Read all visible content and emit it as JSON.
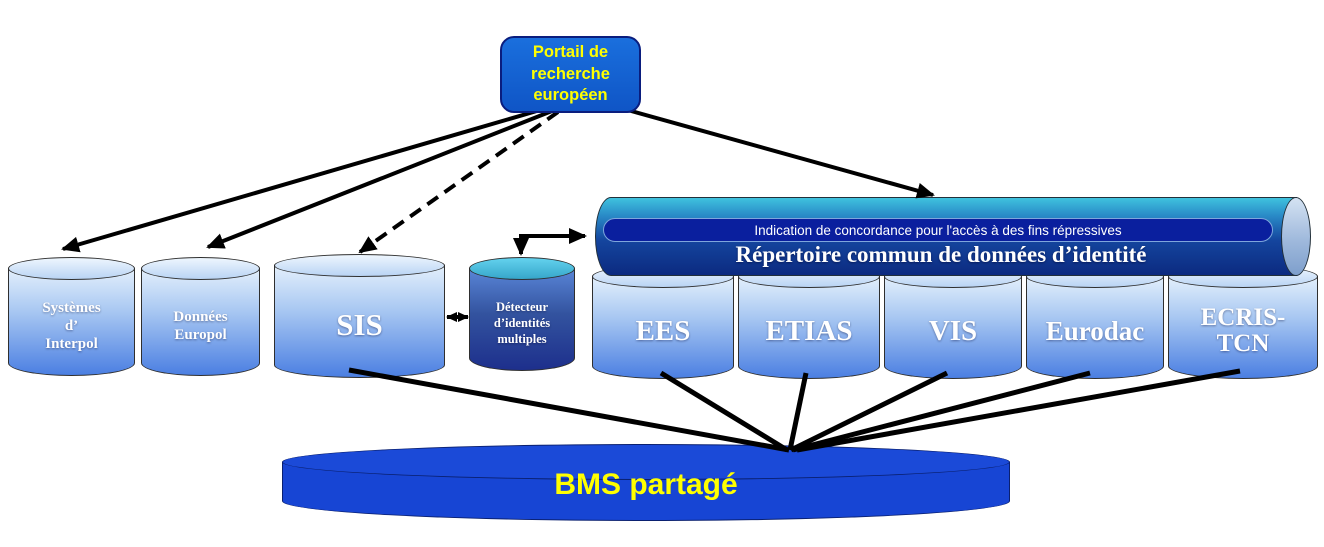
{
  "portal": {
    "label": "Portail de recherche européen"
  },
  "cir": {
    "banner": "Indication de concordance pour l'accès à des fins répressives",
    "title": "Répertoire commun de données d’identité"
  },
  "databases": [
    {
      "name": "interpol",
      "lines": [
        "Systèmes",
        "d’",
        "Interpol"
      ]
    },
    {
      "name": "europol",
      "lines": [
        "Données",
        "Europol"
      ]
    },
    {
      "name": "sis",
      "lines": [
        "SIS"
      ]
    },
    {
      "name": "mid",
      "lines": [
        "Détecteur",
        "d’identités",
        "multiples"
      ]
    },
    {
      "name": "ees",
      "lines": [
        "EES"
      ]
    },
    {
      "name": "etias",
      "lines": [
        "ETIAS"
      ]
    },
    {
      "name": "vis",
      "lines": [
        "VIS"
      ]
    },
    {
      "name": "eurodac",
      "lines": [
        "Eurodac"
      ]
    },
    {
      "name": "ecris_tcn",
      "lines": [
        "ECRIS-",
        "TCN"
      ]
    }
  ],
  "bms": {
    "label": "BMS partagé"
  },
  "colors": {
    "portal_fill": "#1262d4",
    "portal_border": "#0a1d7e",
    "label_yellow": "#ffff00",
    "cylinder_light_top": "#e4f0fc",
    "cylinder_light_bottom": "#4b7fe2",
    "mid_top": "#45c4e4",
    "mid_bottom": "#1d2f8c",
    "cir_top": "#3fc2de",
    "cir_bottom": "#0c2a80",
    "banner_fill": "#0a1f9e",
    "bms_fill": "#1745d4",
    "connector": "#000000",
    "text_white": "#ffffff"
  }
}
